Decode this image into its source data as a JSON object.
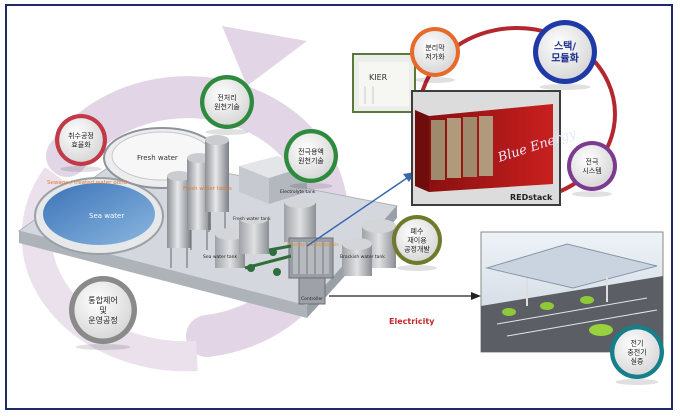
{
  "bubbles": {
    "intake": {
      "line1": "취수공정",
      "line2": "효율화",
      "color": "#c23a48"
    },
    "pretreat": {
      "line1": "전처리",
      "line2": "원천기술",
      "color": "#2e8b3e"
    },
    "electrolyte": {
      "line1": "전극용액",
      "line2": "원천기술",
      "color": "#2e8b3e"
    },
    "membrane": {
      "line1": "분리막",
      "line2": "저가화",
      "color": "#e86a2b"
    },
    "stack": {
      "line1": "스택/",
      "line2": "모듈화",
      "color": "#1f3aa6"
    },
    "electrode": {
      "line1": "전극",
      "line2": "시스템",
      "color": "#7b3c8f"
    },
    "wastewater": {
      "line1": "폐수",
      "line2": "재이용",
      "line3": "공정개발",
      "color": "#6f7a2a"
    },
    "control": {
      "line1": "통합제어",
      "line2": "및",
      "line3": "운영공정",
      "color": "#8a8a8a"
    },
    "ev": {
      "line1": "전기",
      "line2": "충전기",
      "line3": "실증",
      "color": "#157f8a"
    }
  },
  "plant": {
    "fresh_water": "Fresh water",
    "sea_water": "Sea water",
    "sewage_label": "Sewage / treated water pond",
    "freshwater_tanks": "Fresh water tanks",
    "fresh_water_tank": "Fresh water tank",
    "sea_water_tank": "Sea water tank",
    "electrolyte_tank": "Electrolyte tank",
    "brackish_tank": "Brackish water tank",
    "red_module": "Reverse electrodialysis",
    "controller": "Controller"
  },
  "stack": {
    "kier": "KIER",
    "brand": "Blue Energy",
    "name": "REDstack"
  },
  "electricity": "Electricity",
  "colors": {
    "arrow_blue": "#3a66b0",
    "ring_red": "#b3272f",
    "swirl": "#c9b7cf"
  }
}
